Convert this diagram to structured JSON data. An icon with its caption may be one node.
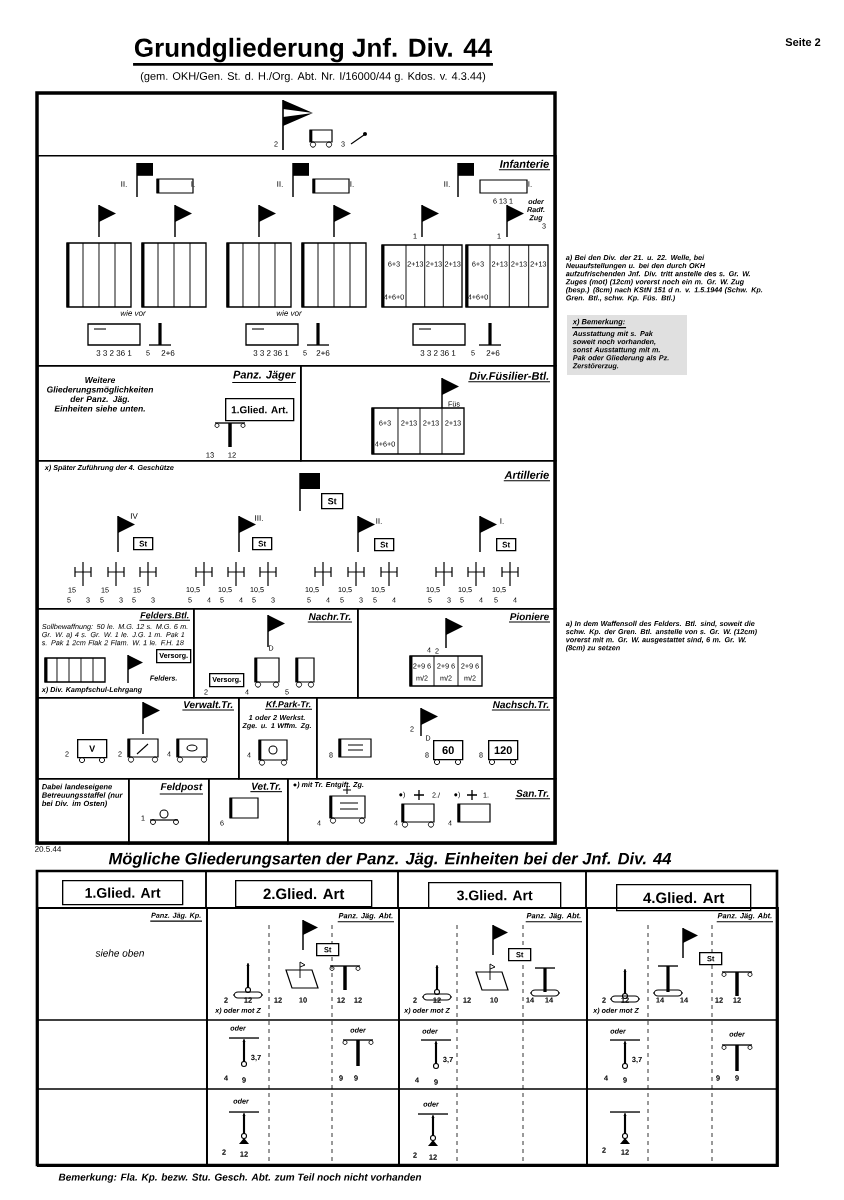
{
  "diagram": {
    "title": "Grundgliederung Jnf. Div. 44",
    "nodes": [
      {
        "text": [
          "Infanterie"
        ]
      },
      {
        "text": [
          "Panz. Jäger",
          "Weitere Gliederungsmöglichkeiten der Panz. Jäg. Einheiten siehe unten."
        ]
      },
      {
        "text": [
          "1.Glied. Art."
        ],
        "in": 1
      },
      {
        "text": [
          "Div.Füsilier-Btl."
        ]
      },
      {
        "text": [
          "Artillerie",
          "x) Später Zuführung der 4. Geschütze"
        ]
      },
      {
        "text": [
          "Felders.Btl.",
          "Sollbewaffnung: 50 le. M.G. 12 s. M.G. 6 m. Gr. W. a) 4 s. Gr. W. 1 le. J.G. 1 m. Pak 1 s. Pak 1 2cm Flak 2 Flam. W. 1 le. F.H. 18",
          "x) Div. Kampfschul-Lehrgang"
        ]
      },
      {
        "text": [
          "Nachr.Tr."
        ]
      },
      {
        "text": [
          "Pioniere"
        ]
      },
      {
        "text": [
          "Verwalt.Tr."
        ]
      },
      {
        "text": [
          "Kf.Park-Tr.",
          "1 oder 2 Werkst. Zge. u. 1 Wffm. Zg."
        ]
      },
      {
        "text": [
          "Nachsch.Tr."
        ]
      },
      {
        "text": [
          "Dabei landeseigene Betreuungsstaffel (nur bei Div. im Osten)"
        ]
      },
      {
        "text": [
          "Feldpost"
        ]
      },
      {
        "text": [
          "Vet.Tr."
        ]
      },
      {
        "text": [
          "San.Tr.",
          "●) mit Tr. Entgift. Zg."
        ]
      },
      {
        "text": [
          "x) Bemerkung:",
          "Ausstattung mit s. Pak soweit noch vorhanden, sonst Ausstattung mit m. Pak oder Gliederung als Pz. Zerstörerzug."
        ]
      },
      {
        "text": [
          "1.Glied. Art"
        ]
      },
      {
        "text": [
          "2.Glied. Art"
        ]
      },
      {
        "text": [
          "3.Glied. Art"
        ]
      },
      {
        "text": [
          "4.Glied. Art"
        ]
      },
      {
        "text": [
          "Panz. Jäg. Kp.",
          "siehe oben"
        ]
      },
      {
        "text": [
          "Panz. Jäg. Abt."
        ]
      },
      {
        "text": [
          "Panz. Jäg. Abt."
        ]
      },
      {
        "text": [
          "Panz. Jäg. Abt."
        ]
      },
      {
        "text": [
          "St"
        ],
        "in": 4
      },
      {
        "text": [
          "St"
        ],
        "in": 4
      },
      {
        "text": [
          "St"
        ],
        "in": 4
      },
      {
        "text": [
          "St"
        ],
        "in": 4
      },
      {
        "text": [
          "St"
        ],
        "in": 4
      },
      {
        "text": [
          "Versorg."
        ],
        "in": 5
      },
      {
        "text": [
          "Versorg."
        ],
        "in": 6
      },
      {
        "text": [
          "V"
        ],
        "in": 8
      },
      {
        "text": [
          "60"
        ],
        "in": 10
      },
      {
        "text": [
          "120"
        ],
        "in": 10
      },
      {
        "text": [
          "St"
        ],
        "in": 21
      },
      {
        "text": [
          "St"
        ],
        "in": 22
      },
      {
        "text": [
          "St"
        ],
        "in": 23
      }
    ],
    "labels": [
      "Seite 2",
      "(gem. OKH/Gen. St. d. H./Org. Abt. Nr. I/16000/44 g. Kdos. v. 4.3.44)",
      "2",
      "3",
      "II.",
      "I.",
      "II.",
      "I.",
      "II.",
      "I.",
      "1",
      "1",
      "6+3",
      "2+13",
      "2+13",
      "2+13",
      "4+6+0",
      "6+3",
      "2+13",
      "2+13",
      "2+13",
      "4+6+0",
      "wie vor",
      "wie vor",
      "3 3 2 36 1",
      "5",
      "2+6",
      "3 3 2 36 1",
      "5",
      "2+6",
      "3 3 2 36 1",
      "5",
      "2+6",
      "oder Radf. Zug",
      "6 13 1",
      "3",
      "13",
      "12",
      "Füs",
      "6+3",
      "2+13",
      "2+13",
      "2+13",
      "4+6+0",
      "IV",
      "III.",
      "II.",
      "I.",
      "5",
      "15",
      "3",
      "5",
      "15",
      "3",
      "5",
      "15",
      "3",
      "5",
      "10,5",
      "4",
      "5",
      "10,5",
      "4",
      "5",
      "10,5",
      "3",
      "5",
      "10,5",
      "4",
      "5",
      "10,5",
      "3",
      "5",
      "10,5",
      "4",
      "5",
      "10,5",
      "3",
      "5",
      "10,5",
      "4",
      "5",
      "10,5",
      "4",
      "Felders.",
      "D",
      "2",
      "4",
      "5",
      "4",
      "2",
      "2+9 6",
      "m/2",
      "2+9 6",
      "m/2",
      "2+9 6",
      "m/2",
      "2",
      "2",
      "4",
      "4",
      "2",
      "D",
      "8",
      "8",
      "8",
      "1",
      "6",
      "4",
      "4",
      "4",
      "●)",
      "2./",
      "●)",
      "1.",
      "20.5.44",
      "a) Bei den Div. der 21. u. 22. Welle, bei Neuaufstellungen u. bei den durch OKH aufzufrischenden Jnf. Div. tritt anstelle des s. Gr. W. Zuges (mot) (12cm) vorerst noch ein m. Gr. W. Zug (besp.) (8cm) nach KStN 151 d n. v. 1.5.1944 (Schw. Kp. Gren. Btl., schw. Kp. Füs. Btl.)",
      "a) In dem Waffensoll des Felders. Btl. sind, soweit die schw. Kp. der Gren. Btl. anstelle von s. Gr. W. (12cm) vorerst mit m. Gr. W. ausgestattet sind, 6 m. Gr. W. (8cm) zu setzen",
      "Mögliche Gliederungsarten der Panz. Jäg. Einheiten bei der Jnf. Div. 44",
      "2",
      "12",
      "12",
      "10",
      "12",
      "12",
      "x) oder mot Z",
      "oder",
      "3,7",
      "4",
      "9",
      "oder",
      "9",
      "9",
      "oder",
      "2",
      "12",
      "2",
      "12",
      "12",
      "10",
      "14",
      "14",
      "x) oder mot Z",
      "oder",
      "3,7",
      "4",
      "9",
      "oder",
      "2",
      "12",
      "2",
      "12",
      "14",
      "14",
      "12",
      "12",
      "x) oder mot Z",
      "oder",
      "3,7",
      "4",
      "9",
      "oder",
      "9",
      "9",
      "2",
      "12",
      "Bemerkung: Fla. Kp. bezw. Stu. Gesch. Abt. zum Teil noch nicht vorhanden"
    ]
  }
}
